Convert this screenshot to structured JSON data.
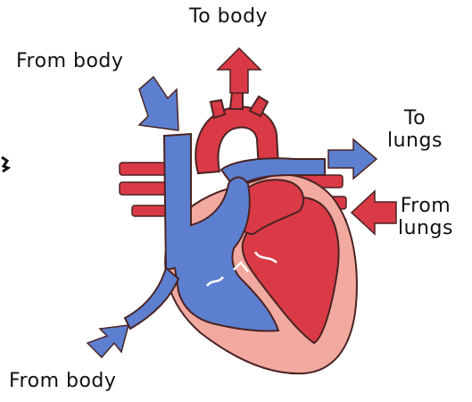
{
  "labels": {
    "to_body": "To body",
    "from_body_top": "From body",
    "to_lungs_line1": "To",
    "to_lungs_line2": "lungs",
    "from_lungs_line1": "From",
    "from_lungs_line2": "lungs",
    "from_body_bottom": "From body"
  },
  "colors": {
    "oxygenated_red": "#d93a46",
    "deoxygenated_blue": "#5d7fd0",
    "myocardium_pink": "#f1a9a0",
    "outline": "#4a2323"
  }
}
